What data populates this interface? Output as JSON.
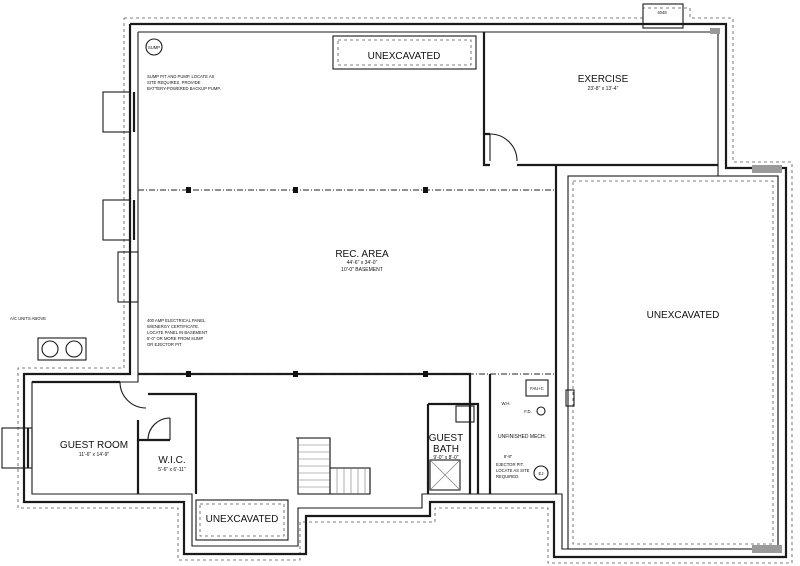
{
  "rooms": {
    "unexcavated_top": {
      "name": "UNEXCAVATED"
    },
    "exercise": {
      "name": "EXERCISE",
      "dims": "23'-8\" x 13'-4\""
    },
    "rec_area": {
      "name": "REC. AREA",
      "dims": "44'-6\" x 34'-0\"",
      "note": "10'-0\" BASEMENT"
    },
    "unexcavated_right": {
      "name": "UNEXCAVATED"
    },
    "guest_room": {
      "name": "GUEST ROOM",
      "dims": "11'-6\" x 14'-9\""
    },
    "wic": {
      "name": "W.I.C.",
      "dims": "5'-6\" x 6'-11\""
    },
    "unexcavated_bottom": {
      "name": "UNEXCAVATED"
    },
    "guest_bath": {
      "name_line1": "GUEST",
      "name_line2": "BATH",
      "dims": "9'-0\" x 8'-0\""
    },
    "unfinished_mech": {
      "name": "UNFINISHED MECH."
    }
  },
  "notes": {
    "sump": "SUMP",
    "sump_note": [
      "SUMP PIT AND PUMP. LOCATE AS",
      "SITE REQUIRES. PROVIDE",
      "BATTERY-POWERED BACKUP PUMP."
    ],
    "electrical_note": [
      "400 AMP ELECTRICAL PANEL",
      "W/ENERGY CERTIFICATE.",
      "LOCATE PANEL IN BASEMENT",
      "5'-0\" OR MORE FROM SUMP",
      "OR EJECTOR PIT"
    ],
    "ac_units": "A/C UNITS ABOVE",
    "ejector_note": [
      "EJECTOR PIT.",
      "LOCATE AS SITE",
      "REQUIRED."
    ],
    "fau": "FAU+C",
    "fd": "F.D.",
    "ej": "EJ",
    "wh": "W.H.",
    "dimension": "8'-8\"",
    "window_tag": "4048"
  }
}
